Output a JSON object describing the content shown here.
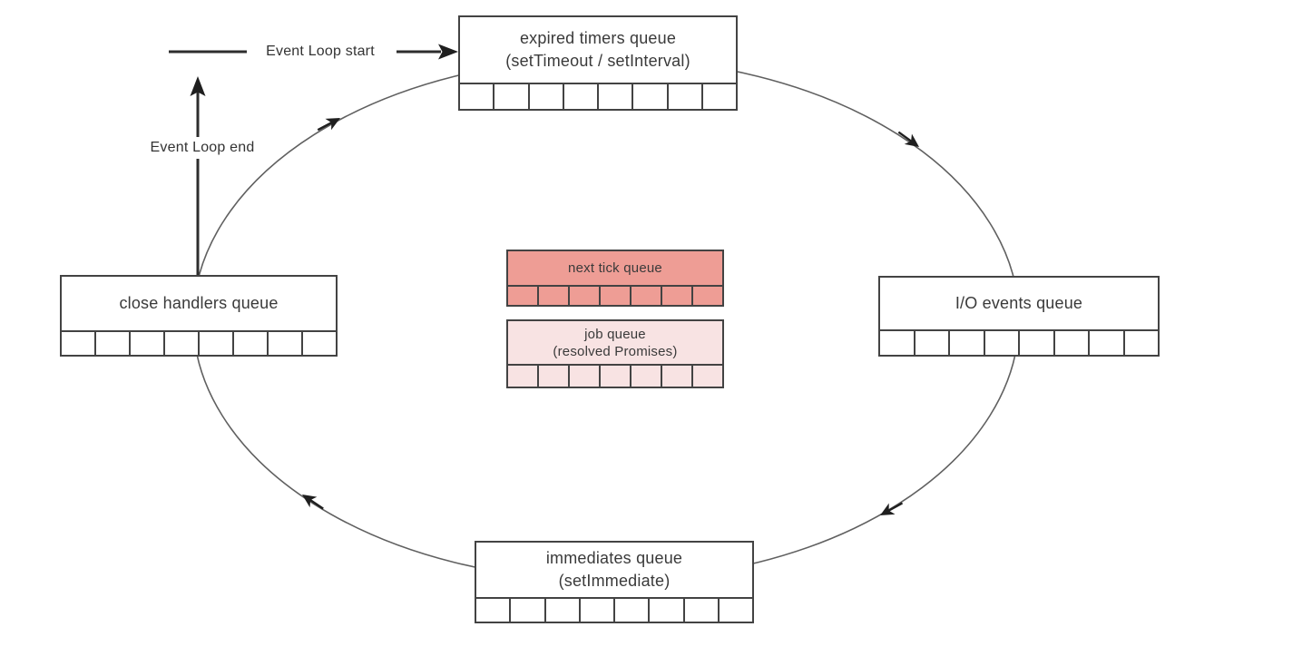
{
  "labels": {
    "event_loop_start": "Event Loop start",
    "event_loop_end": "Event Loop end"
  },
  "queues": {
    "expired_timers": {
      "lines": [
        "expired timers queue",
        "(setTimeout / setInterval)"
      ],
      "cells": 8,
      "fill": "#ffffff"
    },
    "io_events": {
      "lines": [
        "I/O events queue"
      ],
      "cells": 8,
      "fill": "#ffffff"
    },
    "close_handlers": {
      "lines": [
        "close handlers queue"
      ],
      "cells": 8,
      "fill": "#ffffff"
    },
    "immediates": {
      "lines": [
        "immediates queue",
        "(setImmediate)"
      ],
      "cells": 8,
      "fill": "#ffffff"
    },
    "next_tick": {
      "lines": [
        "next tick queue"
      ],
      "cells": 7,
      "fill": "#ee9d95"
    },
    "job": {
      "lines": [
        "job queue",
        "(resolved Promises)"
      ],
      "cells": 7,
      "fill": "#f8e3e3"
    }
  },
  "colors": {
    "box_border": "#434343",
    "flow_line": "#2d2d2d",
    "ellipse_stroke": "#606060",
    "next_tick_fill": "#ee9d95",
    "job_queue_fill": "#f8e3e3",
    "text": "#3a3a3a"
  }
}
